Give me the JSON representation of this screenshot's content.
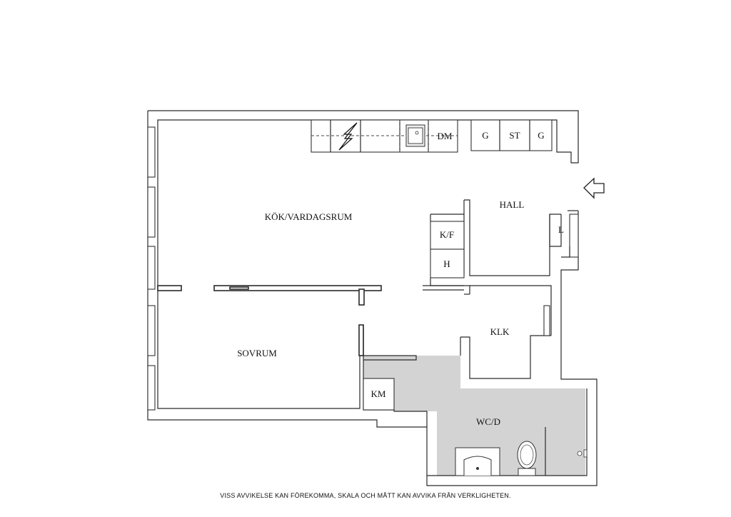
{
  "rooms": {
    "kitchen_living": "KÖK/VARDAGSRUM",
    "hall": "HALL",
    "bedroom": "SOVRUM",
    "closet": "KLK",
    "bathroom": "WC/D"
  },
  "fixtures": {
    "dishwasher": "DM",
    "wardrobe_left": "G",
    "wardrobe_middle": "ST",
    "wardrobe_right": "G",
    "fridge_freezer": "K/F",
    "shelf_h": "H",
    "hall_l": "L",
    "washing_machine": "KM"
  },
  "icons": {
    "entrance": "entrance-arrow-icon",
    "stove": "stove-icon",
    "sink": "kitchen-sink-icon",
    "washbasin": "washbasin-icon",
    "toilet": "toilet-icon",
    "floor_drain": "floor-drain-icon"
  },
  "colors": {
    "wet_room_fill": "#d3d3d3",
    "wall_stroke": "#2a2a2a"
  },
  "footer": {
    "disclaimer": "VISS AVVIKELSE KAN FÖREKOMMA, SKALA OCH MÅTT KAN AVVIKA FRÅN VERKLIGHETEN."
  }
}
